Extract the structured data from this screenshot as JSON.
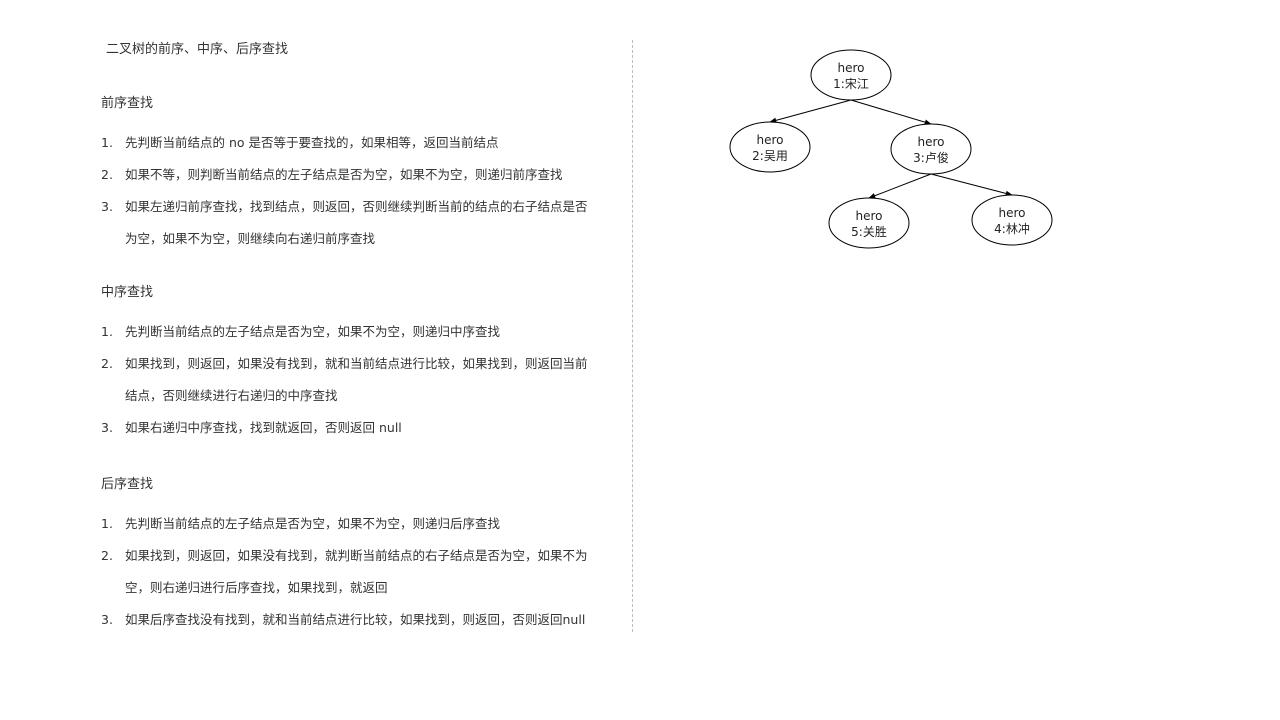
{
  "title": "二叉树的前序、中序、后序查找",
  "sections": [
    {
      "heading": "前序查找",
      "steps": [
        {
          "num": "1.",
          "text": "先判断当前结点的 no 是否等于要查找的，如果相等，返回当前结点"
        },
        {
          "num": "2.",
          "text": "如果不等，则判断当前结点的左子结点是否为空，如果不为空，则递归前序查找"
        },
        {
          "num": "3.",
          "text": "如果左递归前序查找，找到结点，则返回，否则继续判断当前的结点的右子结点是否为空，如果不为空，则继续向右递归前序查找"
        }
      ]
    },
    {
      "heading": "中序查找",
      "steps": [
        {
          "num": "1.",
          "text": "先判断当前结点的左子结点是否为空，如果不为空，则递归中序查找"
        },
        {
          "num": "2.",
          "text": "如果找到，则返回，如果没有找到，就和当前结点进行比较，如果找到，则返回当前结点，否则继续进行右递归的中序查找"
        },
        {
          "num": "3.",
          "text": "如果右递归中序查找，找到就返回，否则返回 null"
        }
      ]
    },
    {
      "heading": "后序查找",
      "steps": [
        {
          "num": "1.",
          "text": "先判断当前结点的左子结点是否为空，如果不为空，则递归后序查找"
        },
        {
          "num": "2.",
          "text": "如果找到，则返回，如果没有找到，就判断当前结点的右子结点是否为空，如果不为空，则右递归进行后序查找，如果找到，就返回"
        },
        {
          "num": "3.",
          "text": "如果后序查找没有找到，就和当前结点进行比较，如果找到，则返回，否则返回null"
        }
      ]
    }
  ],
  "tree": {
    "nodes": [
      {
        "id": "n1",
        "line1": "hero",
        "line2": "1:宋江"
      },
      {
        "id": "n2",
        "line1": "hero",
        "line2": "2:吴用"
      },
      {
        "id": "n3",
        "line1": "hero",
        "line2": "3:卢俊"
      },
      {
        "id": "n5",
        "line1": "hero",
        "line2": "5:关胜"
      },
      {
        "id": "n4",
        "line1": "hero",
        "line2": "4:林冲"
      }
    ],
    "edges": [
      {
        "from": "n1",
        "to": "n2"
      },
      {
        "from": "n1",
        "to": "n3"
      },
      {
        "from": "n3",
        "to": "n5"
      },
      {
        "from": "n3",
        "to": "n4"
      }
    ]
  }
}
